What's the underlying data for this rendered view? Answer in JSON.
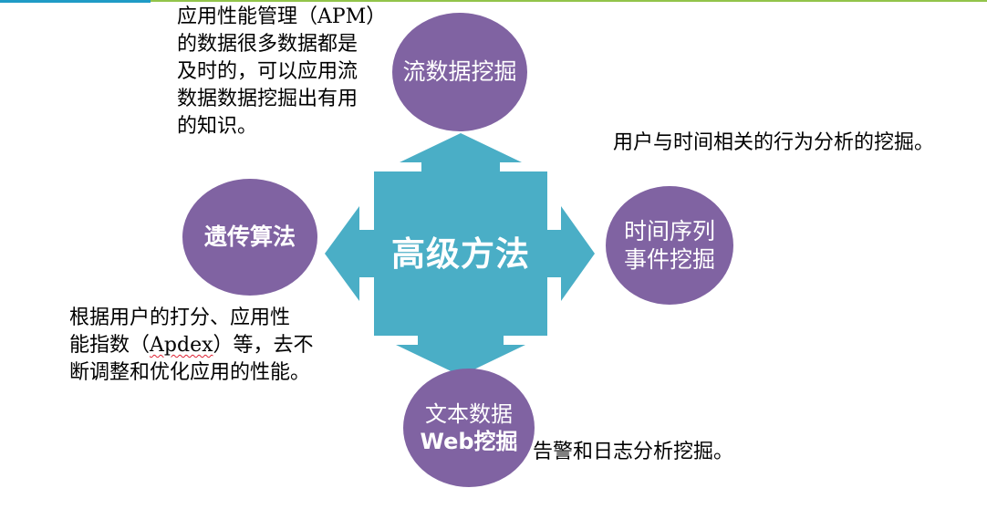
{
  "colors": {
    "cross": "#4aaec6",
    "circle": "#8063a2",
    "rule_left": "#1f9bc6",
    "rule_right": "#92c44a"
  },
  "center": {
    "label": "高级方法"
  },
  "nodes": {
    "top": {
      "label": "流数据挖掘"
    },
    "left": {
      "label": "遗传算法"
    },
    "right": {
      "line1": "时间序列",
      "line2": "事件挖掘"
    },
    "bottom": {
      "line1": "文本数据",
      "line2": "Web挖掘"
    }
  },
  "notes": {
    "top_left": {
      "lines": [
        "应用性能管理（APM）",
        "的数据很多数据都是",
        "及时的，可以应用流",
        "数据数据挖掘出有用",
        "的知识。"
      ]
    },
    "right": {
      "text": "用户与时间相关的行为分析的挖掘。"
    },
    "left": {
      "line1": "根据用户的打分、应用性",
      "line2_before": "能指数（",
      "line2_word": "Apdex",
      "line2_after": "）等，去不",
      "line3": "断调整和优化应用的性能。"
    },
    "bottom": {
      "text": "告警和日志分析挖掘。"
    }
  }
}
